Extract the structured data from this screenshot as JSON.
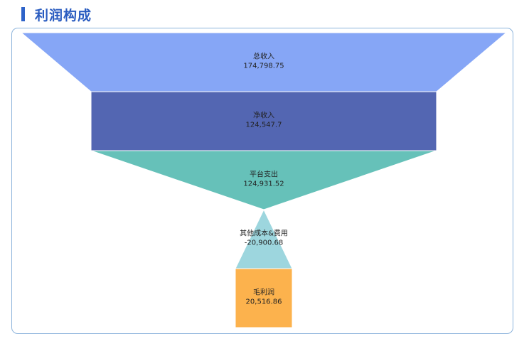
{
  "header": {
    "title": "利润构成"
  },
  "chart_data": {
    "type": "funnel",
    "title": "利润构成",
    "stages": [
      {
        "name": "总收入",
        "value": 174798.75,
        "label_value": "174,798.75",
        "color": "#86a6f6"
      },
      {
        "name": "净收入",
        "value": 124547.7,
        "label_value": "124,547.7",
        "color": "#5366b2"
      },
      {
        "name": "平台支出",
        "value": 124931.52,
        "label_value": "124,931.52",
        "color": "#66c1b9"
      },
      {
        "name": "其他成本&费用",
        "value": -20900.68,
        "label_value": "-20,900.68",
        "color": "#9dd6de"
      },
      {
        "name": "毛利润",
        "value": 20516.86,
        "label_value": "20,516.86",
        "color": "#fcb24d"
      }
    ]
  }
}
